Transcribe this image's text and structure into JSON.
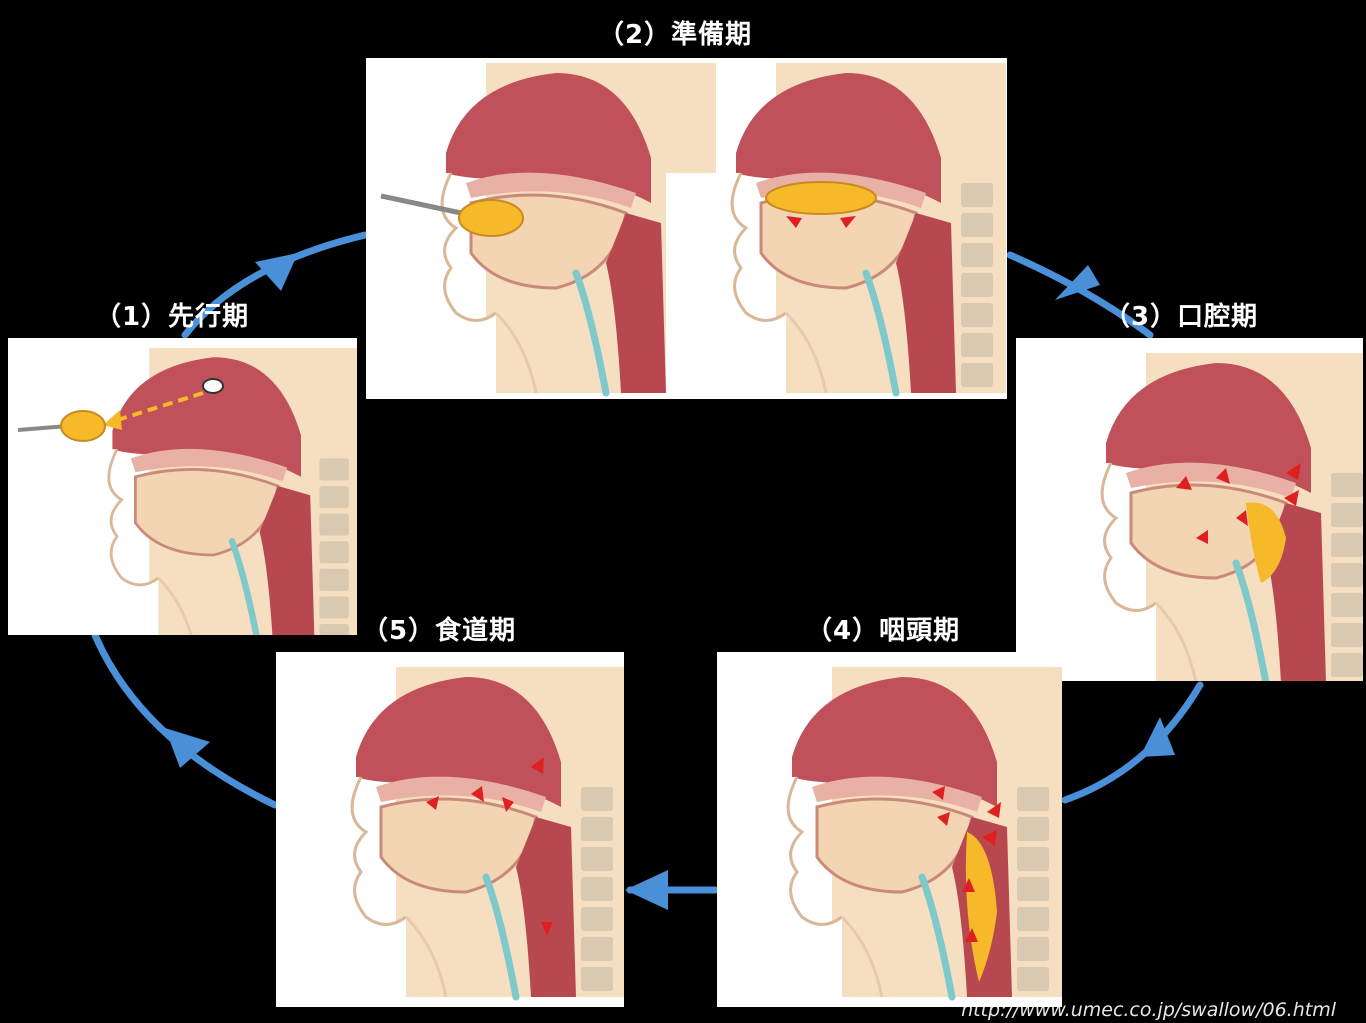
{
  "stages": [
    {
      "id": "1",
      "label": "（1）先行期"
    },
    {
      "id": "2",
      "label": "（2）準備期"
    },
    {
      "id": "3",
      "label": "（3）口腔期"
    },
    {
      "id": "4",
      "label": "（4）咽頭期"
    },
    {
      "id": "5",
      "label": "（5）食道期"
    }
  ],
  "source_url": "http://www.umec.co.jp/swallow/06.html",
  "colors": {
    "background": "#000000",
    "panel": "#ffffff",
    "skin": "#f6dfc0",
    "palate": "#c0505a",
    "throat": "#b84850",
    "bone": "#d9c9b0",
    "cartilage": "#7ec9c9",
    "food": "#f5b92a",
    "force_arrow": "#e02020",
    "cycle_arrow": "#4a90d9"
  }
}
